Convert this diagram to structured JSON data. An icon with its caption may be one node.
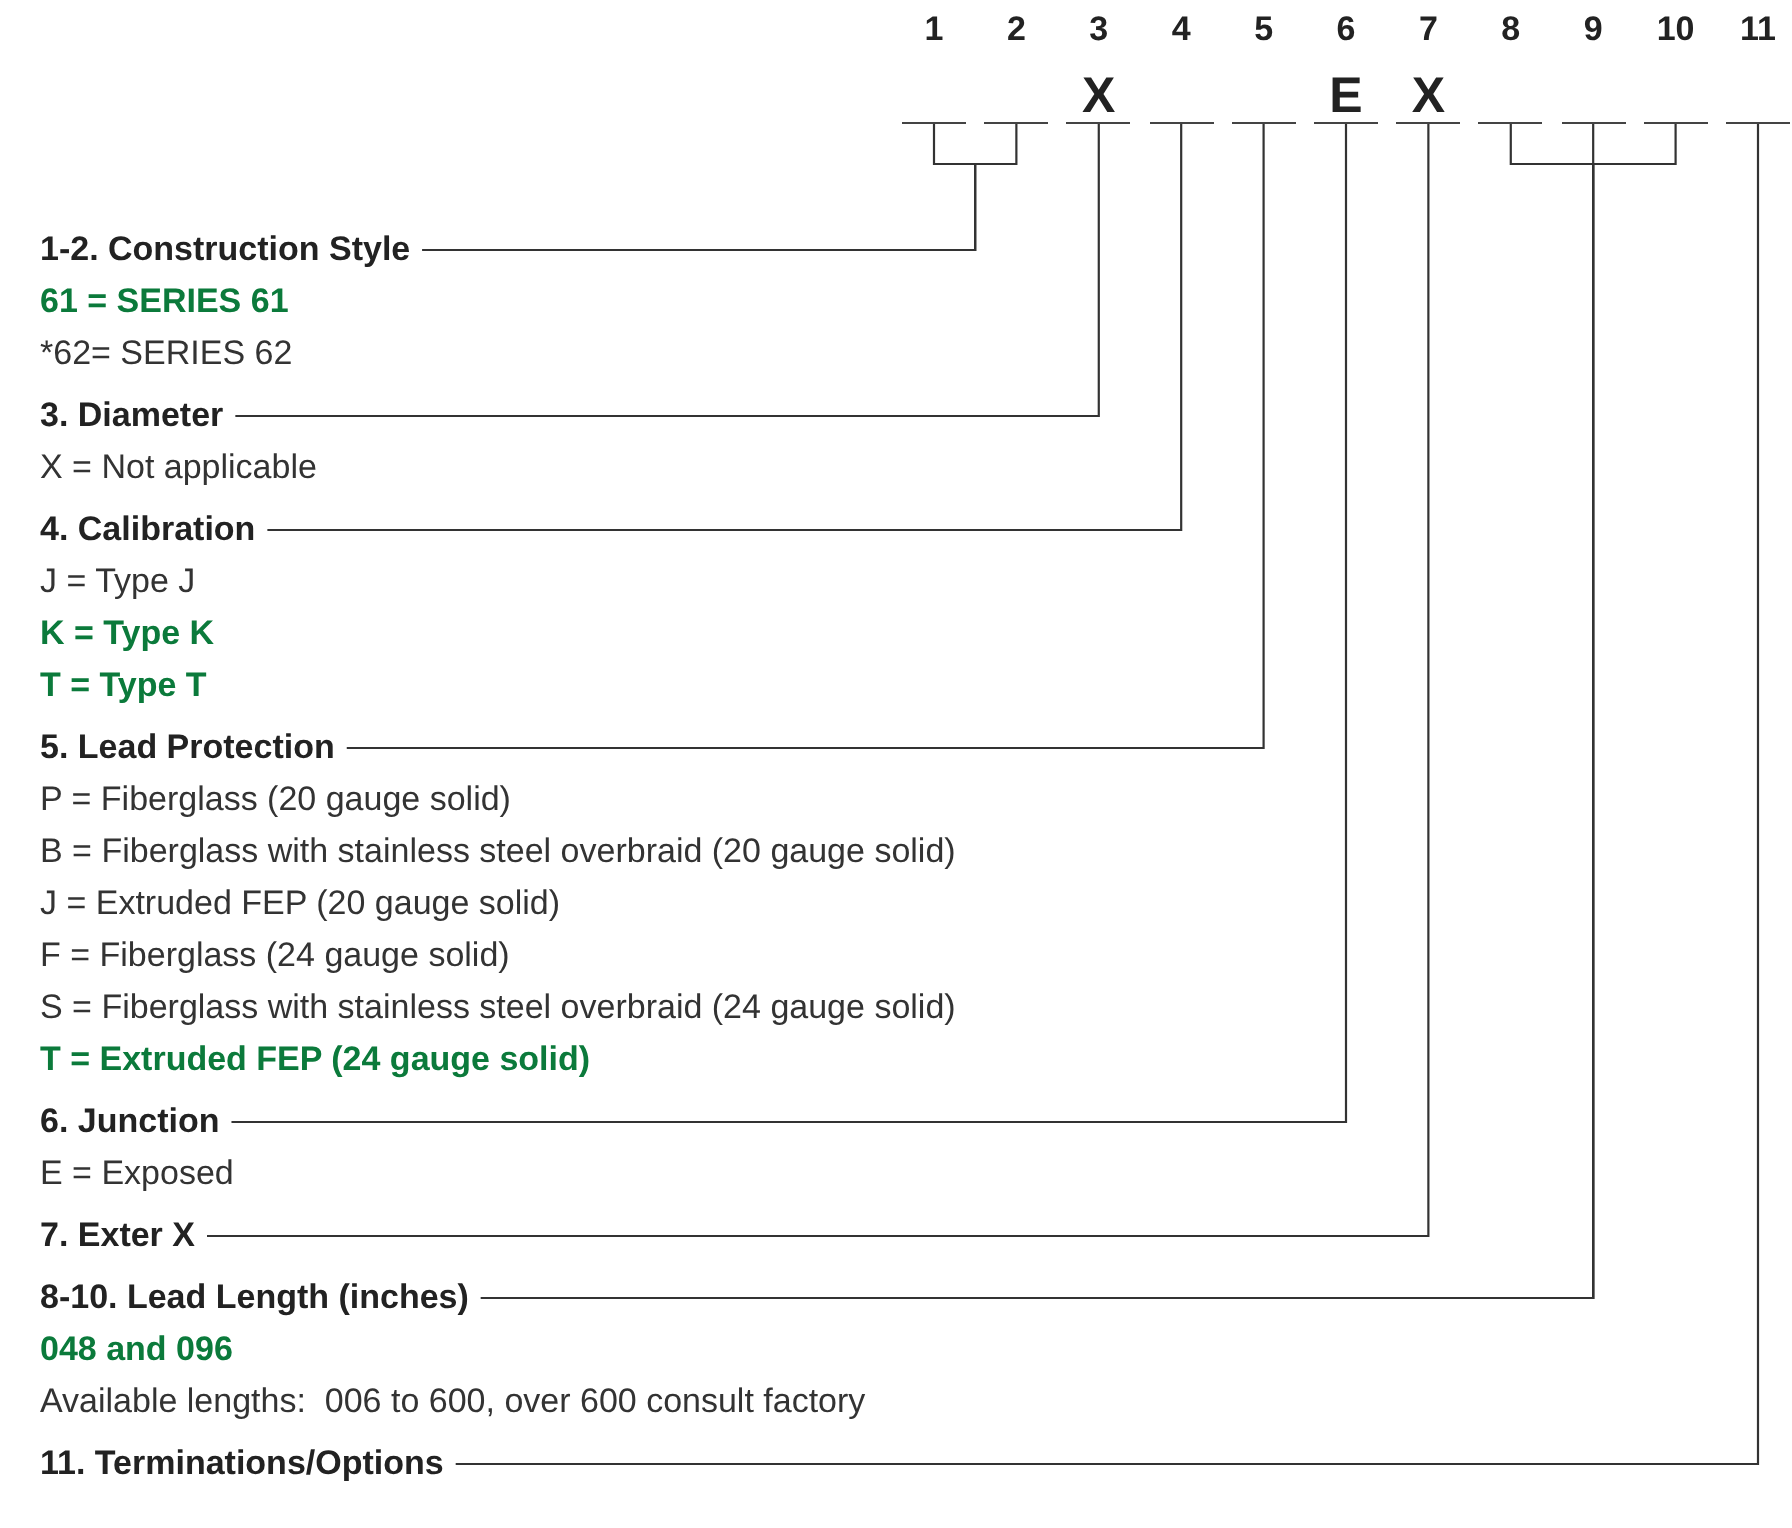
{
  "diagram": {
    "nodes": [
      {
        "text": [],
        "shape": "bar",
        "beside": [
          "1"
        ]
      },
      {
        "text": [],
        "shape": "bar",
        "beside": [
          "2"
        ]
      },
      {
        "text": [
          "X"
        ],
        "beside": [
          "3"
        ]
      },
      {
        "text": [],
        "shape": "bar",
        "beside": [
          "4"
        ]
      },
      {
        "text": [],
        "shape": "bar",
        "beside": [
          "5"
        ]
      },
      {
        "text": [
          "E"
        ],
        "beside": [
          "6"
        ]
      },
      {
        "text": [
          "X"
        ],
        "beside": [
          "7"
        ]
      },
      {
        "text": [],
        "shape": "bar",
        "beside": [
          "8"
        ]
      },
      {
        "text": [],
        "shape": "bar",
        "beside": [
          "9"
        ]
      },
      {
        "text": [],
        "shape": "bar",
        "beside": [
          "10"
        ]
      },
      {
        "text": [],
        "shape": "bar",
        "beside": [
          "11"
        ]
      },
      {
        "text": [
          "1-2. Construction Style"
        ],
        "beside": [
          "**61 = SERIES 61**",
          "*62= SERIES 62"
        ]
      },
      {
        "text": [
          "3. Diameter"
        ],
        "beside": [
          "X = Not applicable"
        ]
      },
      {
        "text": [
          "4. Calibration"
        ],
        "beside": [
          "J = Type J",
          "**K = Type K**",
          "**T = Type T**"
        ]
      },
      {
        "text": [
          "5. Lead Protection"
        ],
        "beside": [
          "P = Fiberglass (20 gauge solid)",
          "B = Fiberglass with stainless steel overbraid (20 gauge solid)",
          "J = Extruded FEP (20 gauge solid)",
          "F = Fiberglass (24 gauge solid)",
          "S = Fiberglass with stainless steel overbraid (24 gauge solid)",
          "**T = Extruded FEP (24 gauge solid)**"
        ]
      },
      {
        "text": [
          "6. Junction"
        ],
        "beside": [
          "E = Exposed"
        ]
      },
      {
        "text": [
          "7. Exter X"
        ]
      },
      {
        "text": [
          "8-10. Lead Length (inches)"
        ],
        "beside": [
          "**048 and 096**",
          "Available lengths:  006 to 600, over 600 consult factory"
        ]
      },
      {
        "text": [
          "11. Terminations/Options"
        ]
      }
    ],
    "edges": [
      {
        "from": 11,
        "to": 0,
        "arrow": "none"
      },
      {
        "from": 11,
        "to": 1,
        "arrow": "none"
      },
      {
        "from": 12,
        "to": 2,
        "arrow": "none"
      },
      {
        "from": 13,
        "to": 3,
        "arrow": "none"
      },
      {
        "from": 14,
        "to": 4,
        "arrow": "none"
      },
      {
        "from": 15,
        "to": 5,
        "arrow": "none"
      },
      {
        "from": 16,
        "to": 6,
        "arrow": "none"
      },
      {
        "from": 17,
        "to": 7,
        "arrow": "none"
      },
      {
        "from": 17,
        "to": 8,
        "arrow": "none"
      },
      {
        "from": 17,
        "to": 9,
        "arrow": "none"
      },
      {
        "from": 18,
        "to": 10,
        "arrow": "none"
      }
    ]
  }
}
